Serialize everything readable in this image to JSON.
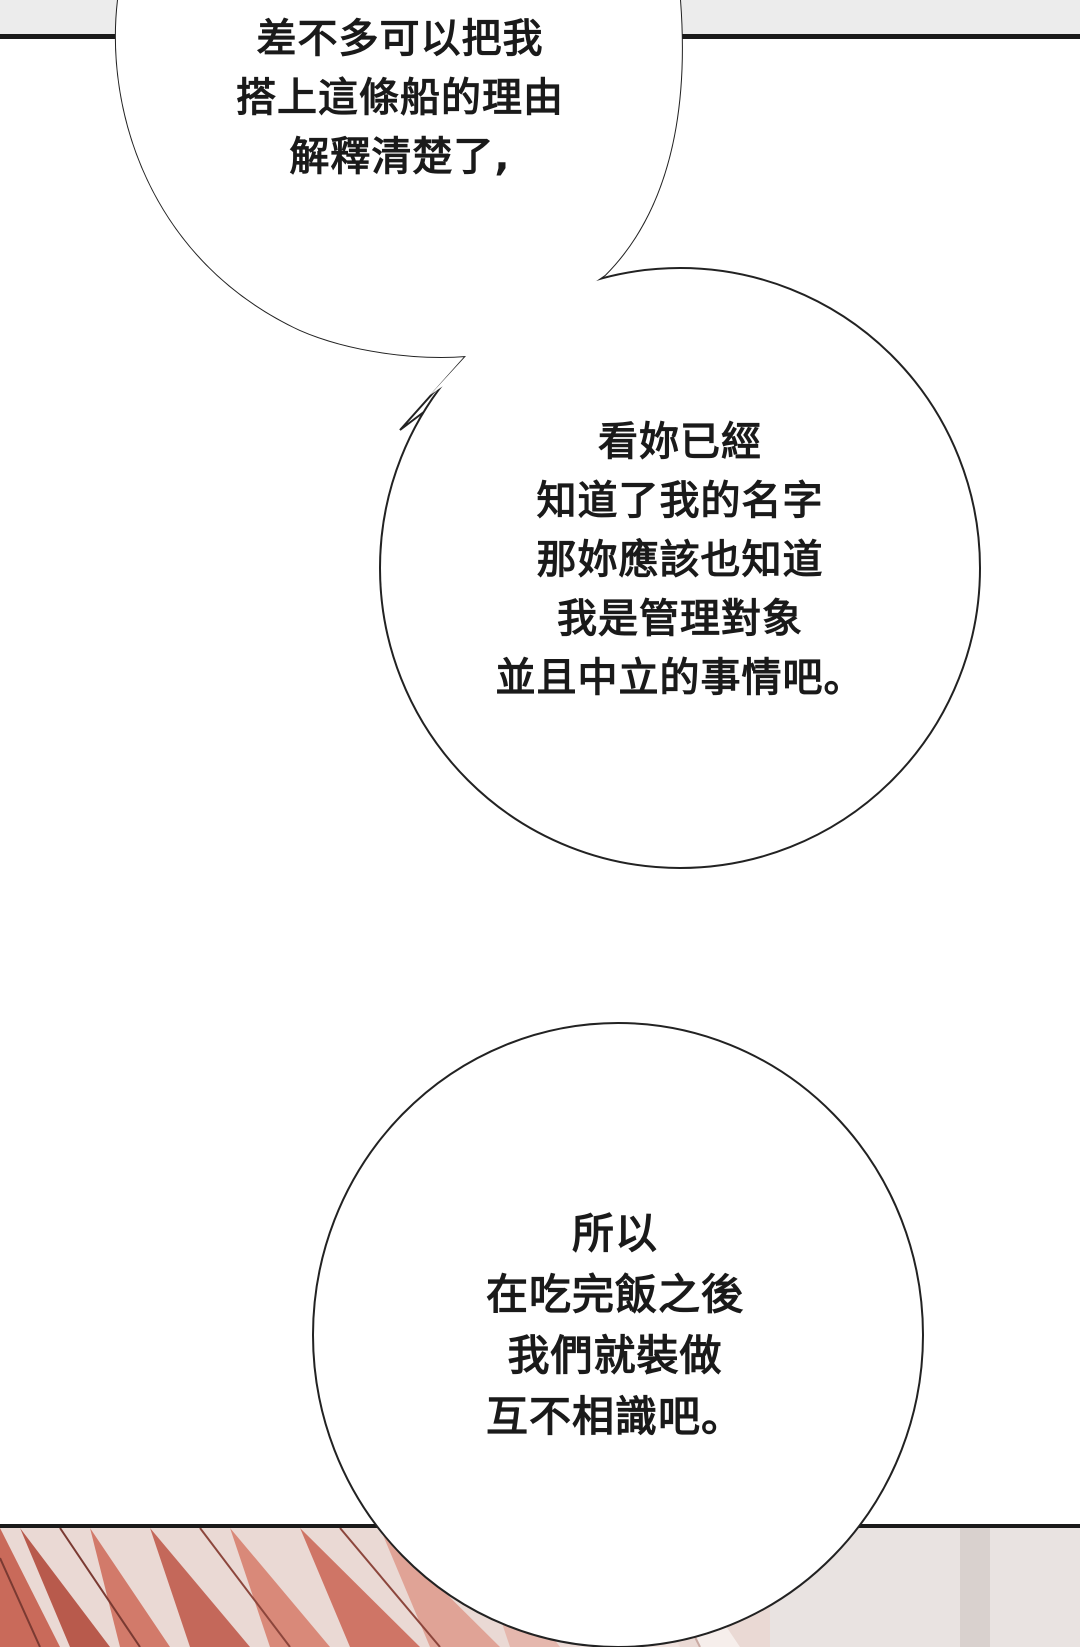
{
  "colors": {
    "panel_border": "#1a1a1a",
    "top_strip": "#ececec",
    "bubble_fill": "#ffffff",
    "bubble_stroke": "#222222",
    "text": "#1a1a1a",
    "hair_red": "#c96a5a",
    "hair_pink": "#e5b7ad",
    "hair_light": "#f3e6e2"
  },
  "bubbles": {
    "top": {
      "lines": [
        "差不多可以把我",
        "搭上這條船的理由",
        "解釋清楚了,"
      ]
    },
    "middle": {
      "lines": [
        "看妳已經",
        "知道了我的名字",
        "那妳應該也知道",
        "我是管理對象",
        "並且中立的事情吧。"
      ]
    },
    "bottom": {
      "lines": [
        "所以",
        "在吃完飯之後",
        "我們就裝做",
        "互不相識吧。"
      ]
    }
  }
}
